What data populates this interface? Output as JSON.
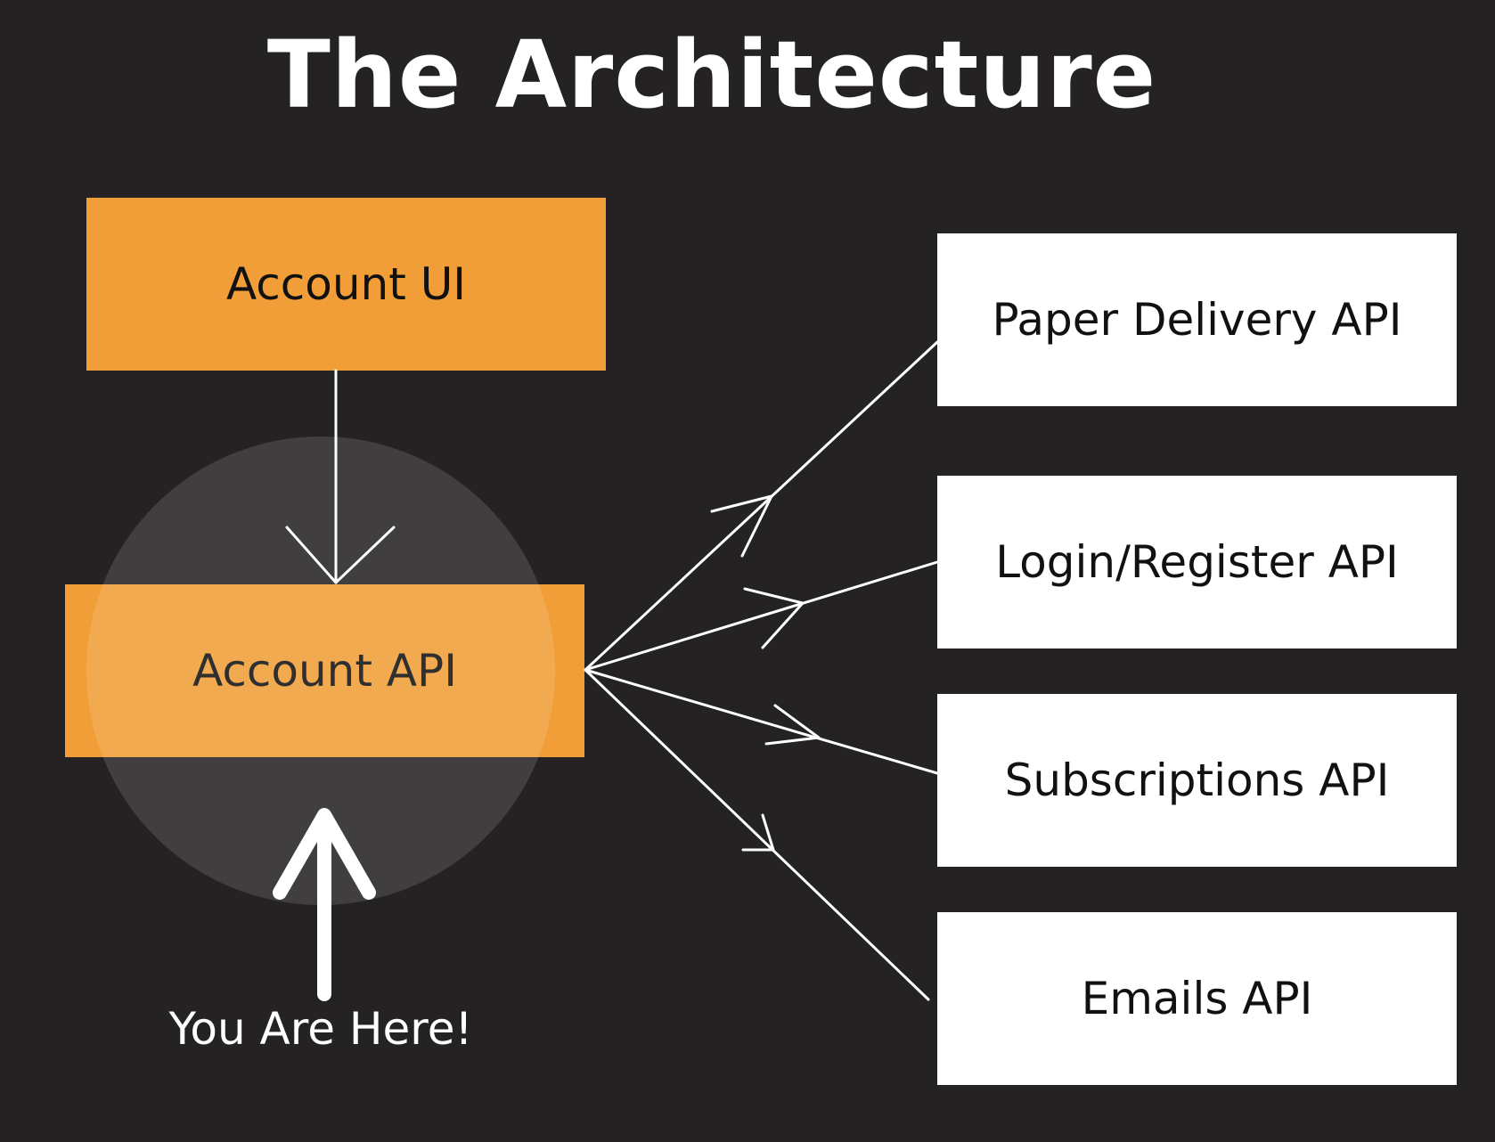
{
  "title": "The Architecture",
  "account_ui": {
    "label": "Account UI"
  },
  "account_api": {
    "label": "Account API"
  },
  "services": [
    {
      "label": "Paper Delivery API"
    },
    {
      "label": "Login/Register API"
    },
    {
      "label": "Subscriptions API"
    },
    {
      "label": "Emails API"
    }
  ],
  "marker": {
    "label": "You Are Here!"
  },
  "colors": {
    "background": "#252223",
    "accent_orange": "#f19e38",
    "service_box": "#ffffff",
    "lines": "#ffffff"
  }
}
